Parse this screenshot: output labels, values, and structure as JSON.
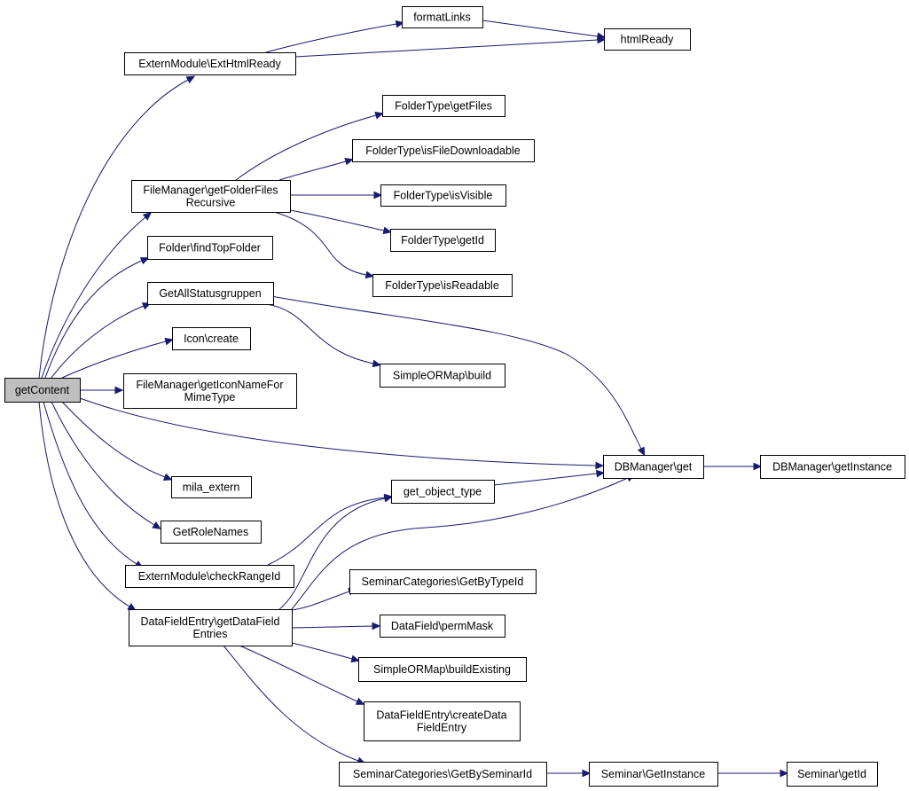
{
  "nodes": [
    {
      "id": "getContent",
      "lines": [
        "getContent"
      ],
      "root": true
    },
    {
      "id": "ExternModule\\ExtHtmlReady",
      "lines": [
        "ExternModule\\ExtHtmlReady"
      ]
    },
    {
      "id": "formatLinks",
      "lines": [
        "formatLinks"
      ]
    },
    {
      "id": "htmlReady",
      "lines": [
        "htmlReady"
      ]
    },
    {
      "id": "FileManager\\getFolderFilesRecursive",
      "lines": [
        "FileManager\\getFolderFiles",
        "Recursive"
      ]
    },
    {
      "id": "FolderType\\getFiles",
      "lines": [
        "FolderType\\getFiles"
      ]
    },
    {
      "id": "FolderType\\isFileDownloadable",
      "lines": [
        "FolderType\\isFileDownloadable"
      ]
    },
    {
      "id": "FolderType\\isVisible",
      "lines": [
        "FolderType\\isVisible"
      ]
    },
    {
      "id": "FolderType\\getId",
      "lines": [
        "FolderType\\getId"
      ]
    },
    {
      "id": "FolderType\\isReadable",
      "lines": [
        "FolderType\\isReadable"
      ]
    },
    {
      "id": "Folder\\findTopFolder",
      "lines": [
        "Folder\\findTopFolder"
      ]
    },
    {
      "id": "GetAllStatusgruppen",
      "lines": [
        "GetAllStatusgruppen"
      ]
    },
    {
      "id": "SimpleORMap\\build",
      "lines": [
        "SimpleORMap\\build"
      ]
    },
    {
      "id": "Icon\\create",
      "lines": [
        "Icon\\create"
      ]
    },
    {
      "id": "FileManager\\getIconNameForMimeType",
      "lines": [
        "FileManager\\getIconNameFor",
        "MimeType"
      ]
    },
    {
      "id": "DBManager\\get",
      "lines": [
        "DBManager\\get"
      ]
    },
    {
      "id": "DBManager\\getInstance",
      "lines": [
        "DBManager\\getInstance"
      ]
    },
    {
      "id": "mila_extern",
      "lines": [
        "mila_extern"
      ]
    },
    {
      "id": "get_object_type",
      "lines": [
        "get_object_type"
      ]
    },
    {
      "id": "GetRoleNames",
      "lines": [
        "GetRoleNames"
      ]
    },
    {
      "id": "ExternModule\\checkRangeId",
      "lines": [
        "ExternModule\\checkRangeId"
      ]
    },
    {
      "id": "SeminarCategories\\GetByTypeId",
      "lines": [
        "SeminarCategories\\GetByTypeId"
      ]
    },
    {
      "id": "DataFieldEntry\\getDataFieldEntries",
      "lines": [
        "DataFieldEntry\\getDataField",
        "Entries"
      ]
    },
    {
      "id": "DataField\\permMask",
      "lines": [
        "DataField\\permMask"
      ]
    },
    {
      "id": "SimpleORMap\\buildExisting",
      "lines": [
        "SimpleORMap\\buildExisting"
      ]
    },
    {
      "id": "DataFieldEntry\\createDataFieldEntry",
      "lines": [
        "DataFieldEntry\\createData",
        "FieldEntry"
      ]
    },
    {
      "id": "SeminarCategories\\GetBySeminarId",
      "lines": [
        "SeminarCategories\\GetBySeminarId"
      ]
    },
    {
      "id": "Seminar\\GetInstance",
      "lines": [
        "Seminar\\GetInstance"
      ]
    },
    {
      "id": "Seminar\\getId",
      "lines": [
        "Seminar\\getId"
      ]
    }
  ],
  "edges": [
    [
      "getContent",
      "ExternModule\\ExtHtmlReady"
    ],
    [
      "getContent",
      "FileManager\\getFolderFilesRecursive"
    ],
    [
      "getContent",
      "Folder\\findTopFolder"
    ],
    [
      "getContent",
      "GetAllStatusgruppen"
    ],
    [
      "getContent",
      "Icon\\create"
    ],
    [
      "getContent",
      "FileManager\\getIconNameForMimeType"
    ],
    [
      "getContent",
      "DBManager\\get"
    ],
    [
      "getContent",
      "mila_extern"
    ],
    [
      "getContent",
      "GetRoleNames"
    ],
    [
      "getContent",
      "ExternModule\\checkRangeId"
    ],
    [
      "getContent",
      "DataFieldEntry\\getDataFieldEntries"
    ],
    [
      "ExternModule\\ExtHtmlReady",
      "formatLinks"
    ],
    [
      "ExternModule\\ExtHtmlReady",
      "htmlReady"
    ],
    [
      "formatLinks",
      "htmlReady"
    ],
    [
      "FileManager\\getFolderFilesRecursive",
      "FolderType\\getFiles"
    ],
    [
      "FileManager\\getFolderFilesRecursive",
      "FolderType\\isFileDownloadable"
    ],
    [
      "FileManager\\getFolderFilesRecursive",
      "FolderType\\isVisible"
    ],
    [
      "FileManager\\getFolderFilesRecursive",
      "FolderType\\getId"
    ],
    [
      "FileManager\\getFolderFilesRecursive",
      "FolderType\\isReadable"
    ],
    [
      "GetAllStatusgruppen",
      "SimpleORMap\\build"
    ],
    [
      "GetAllStatusgruppen",
      "DBManager\\get"
    ],
    [
      "DBManager\\get",
      "DBManager\\getInstance"
    ],
    [
      "get_object_type",
      "DBManager\\get"
    ],
    [
      "ExternModule\\checkRangeId",
      "get_object_type"
    ],
    [
      "DataFieldEntry\\getDataFieldEntries",
      "get_object_type"
    ],
    [
      "DataFieldEntry\\getDataFieldEntries",
      "DBManager\\get"
    ],
    [
      "DataFieldEntry\\getDataFieldEntries",
      "SeminarCategories\\GetByTypeId"
    ],
    [
      "DataFieldEntry\\getDataFieldEntries",
      "DataField\\permMask"
    ],
    [
      "DataFieldEntry\\getDataFieldEntries",
      "SimpleORMap\\buildExisting"
    ],
    [
      "DataFieldEntry\\getDataFieldEntries",
      "DataFieldEntry\\createDataFieldEntry"
    ],
    [
      "DataFieldEntry\\getDataFieldEntries",
      "SeminarCategories\\GetBySeminarId"
    ],
    [
      "SeminarCategories\\GetBySeminarId",
      "Seminar\\GetInstance"
    ],
    [
      "Seminar\\GetInstance",
      "Seminar\\getId"
    ]
  ],
  "colors": {
    "edge": "#191970",
    "root_fill": "#bfbfbf",
    "node_fill": "#ffffff",
    "node_stroke": "#000000"
  }
}
